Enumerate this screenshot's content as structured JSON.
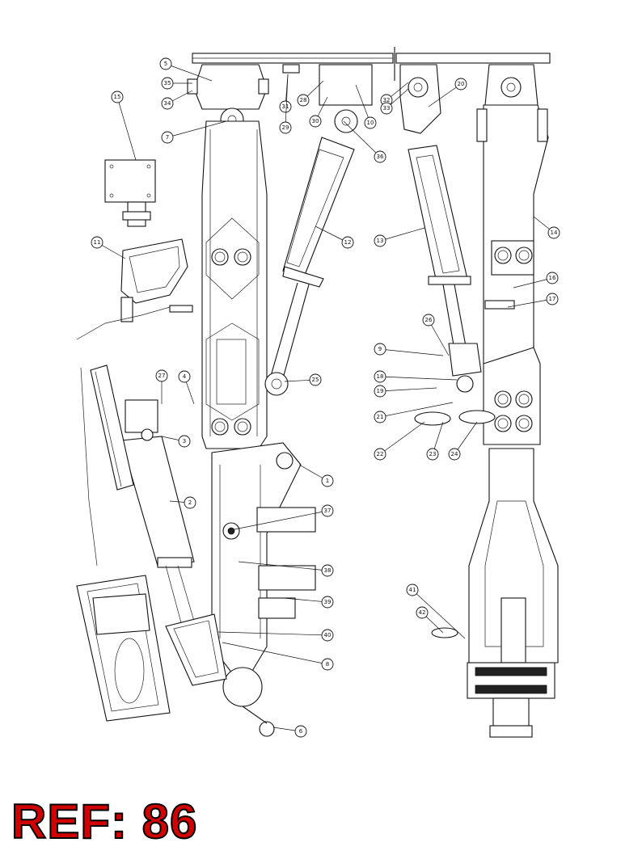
{
  "reference_label": "REF: 86",
  "callouts": [
    {
      "id": "5",
      "text": "5"
    },
    {
      "id": "35a",
      "text": "35"
    },
    {
      "id": "34a",
      "text": "34"
    },
    {
      "id": "7a",
      "text": "7"
    },
    {
      "id": "31a",
      "text": "31"
    },
    {
      "id": "29a",
      "text": "29"
    },
    {
      "id": "28a",
      "text": "28"
    },
    {
      "id": "30a",
      "text": "30"
    },
    {
      "id": "10a",
      "text": "10"
    },
    {
      "id": "36a",
      "text": "36"
    },
    {
      "id": "32a",
      "text": "32"
    },
    {
      "id": "33a",
      "text": "33"
    },
    {
      "id": "20a",
      "text": "20"
    },
    {
      "id": "12a",
      "text": "12"
    },
    {
      "id": "13a",
      "text": "13"
    },
    {
      "id": "15a",
      "text": "15"
    },
    {
      "id": "11a",
      "text": "11"
    },
    {
      "id": "14a",
      "text": "14"
    },
    {
      "id": "16a",
      "text": "16"
    },
    {
      "id": "17a",
      "text": "17"
    },
    {
      "id": "26a",
      "text": "26"
    },
    {
      "id": "9a",
      "text": "9"
    },
    {
      "id": "18a",
      "text": "18"
    },
    {
      "id": "19a",
      "text": "19"
    },
    {
      "id": "21a",
      "text": "21"
    },
    {
      "id": "22a",
      "text": "22"
    },
    {
      "id": "23a",
      "text": "23"
    },
    {
      "id": "24a",
      "text": "24"
    },
    {
      "id": "25a",
      "text": "25"
    },
    {
      "id": "27a",
      "text": "27"
    },
    {
      "id": "4a",
      "text": "4"
    },
    {
      "id": "3a",
      "text": "3"
    },
    {
      "id": "2a",
      "text": "2"
    },
    {
      "id": "1a",
      "text": "1"
    },
    {
      "id": "37a",
      "text": "37"
    },
    {
      "id": "38a",
      "text": "38"
    },
    {
      "id": "39a",
      "text": "39"
    },
    {
      "id": "40a",
      "text": "40"
    },
    {
      "id": "8a",
      "text": "8"
    },
    {
      "id": "6a",
      "text": "6"
    },
    {
      "id": "41a",
      "text": "41"
    },
    {
      "id": "42a",
      "text": "42"
    }
  ]
}
